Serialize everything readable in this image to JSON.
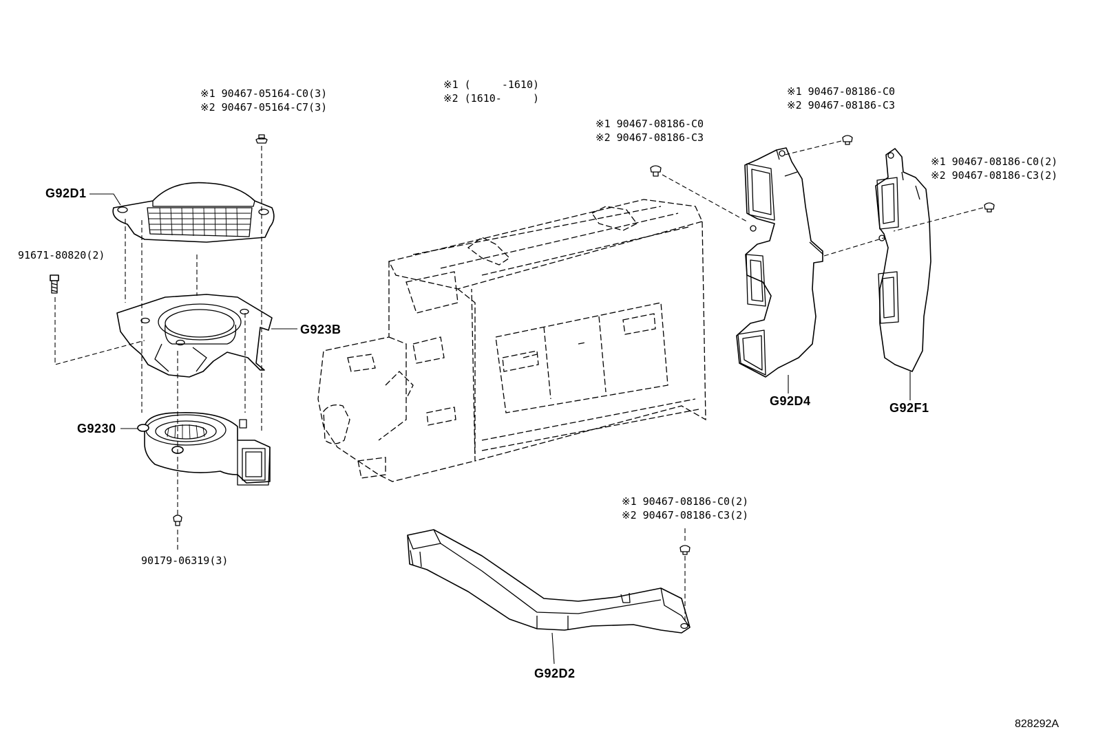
{
  "notes": {
    "note1": "※1 (     -1610)",
    "note2": "※2 (1610-     )"
  },
  "parts": {
    "g92d1": "G92D1",
    "g923b": "G923B",
    "g9230": "G9230",
    "g92d4": "G92D4",
    "g92f1": "G92F1",
    "g92d2": "G92D2"
  },
  "callouts": {
    "screw_top_left": [
      "※1 90467-05164-C0(3)",
      "※2 90467-05164-C7(3)"
    ],
    "bolt_left": "91671-80820(2)",
    "screw_bottom_left": "90179-06319(3)",
    "screw_battery": [
      "※1 90467-08186-C0",
      "※2 90467-08186-C3"
    ],
    "screw_duct_g92d4": [
      "※1 90467-08186-C0",
      "※2 90467-08186-C3"
    ],
    "screw_duct_g92f1": [
      "※1 90467-08186-C0(2)",
      "※2 90467-08186-C3(2)"
    ],
    "screw_duct_g92d2": [
      "※1 90467-08186-C0(2)",
      "※2 90467-08186-C3(2)"
    ]
  },
  "illustration_code": "828292A",
  "icons": [
    "screw-icon",
    "bolt-icon",
    "intake-cover-icon",
    "fan-bracket-icon",
    "blower-fan-icon",
    "battery-assembly-icon",
    "duct-icon"
  ]
}
